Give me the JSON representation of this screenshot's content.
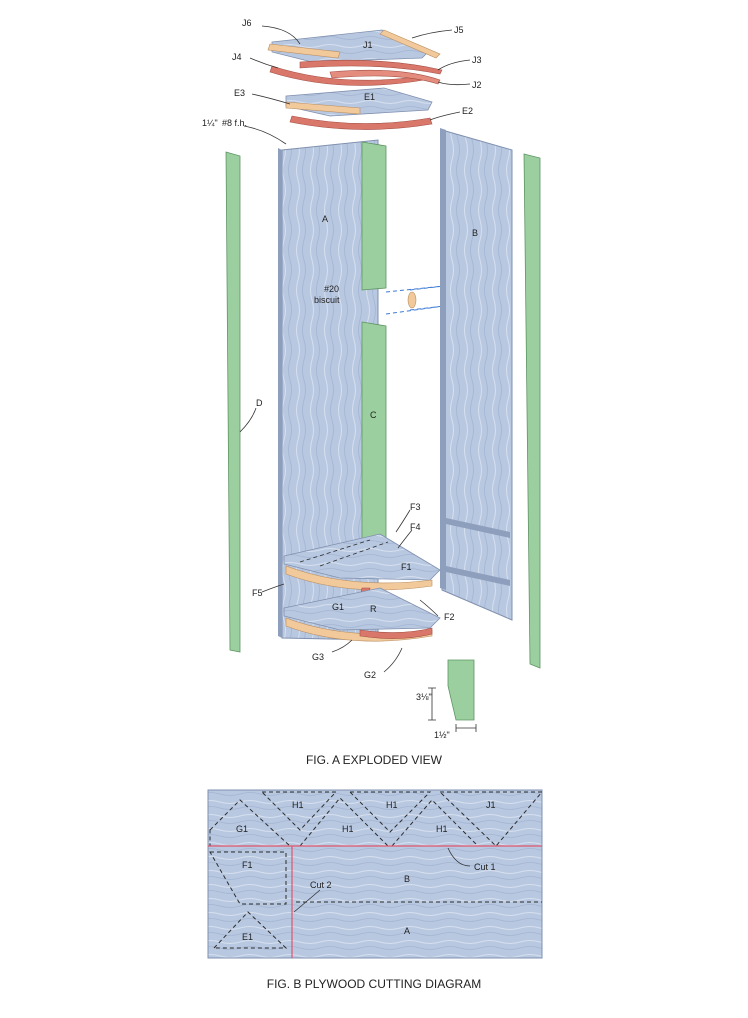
{
  "figure_a": {
    "caption": "FIG. A EXPLODED VIEW",
    "labels": {
      "j6": "J6",
      "j5": "J5",
      "j1": "J1",
      "j4": "J4",
      "j3": "J3",
      "j2": "J2",
      "e3": "E3",
      "e1": "E1",
      "e2": "E2",
      "screw_size": "1¼\"",
      "screw_spec": "#8 f.h.",
      "a": "A",
      "b": "B",
      "c": "C",
      "d": "D",
      "biscuit_num": "#20",
      "biscuit_word": "biscuit",
      "f3": "F3",
      "f4": "F4",
      "f1": "F1",
      "f5": "F5",
      "f2": "F2",
      "g1": "G1",
      "r": "R",
      "g3": "G3",
      "g2": "G2",
      "dim_height": "3⅛\"",
      "dim_width": "1½\""
    }
  },
  "figure_b": {
    "caption": "FIG. B PLYWOOD CUTTING DIAGRAM",
    "labels": {
      "h1_a": "H1",
      "h1_b": "H1",
      "h1_c": "H1",
      "h1_d": "H1",
      "j1": "J1",
      "g1": "G1",
      "f1": "F1",
      "b": "B",
      "a": "A",
      "e1": "E1",
      "cut1": "Cut 1",
      "cut2": "Cut 2"
    }
  },
  "colors": {
    "plywood": "#b7c7e0",
    "plywood_edge": "#8e9fbd",
    "solid_green": "#9ccf9f",
    "maple": "#f1c99b",
    "cherry": "#d9776a",
    "cut_line": "#e0546b"
  }
}
